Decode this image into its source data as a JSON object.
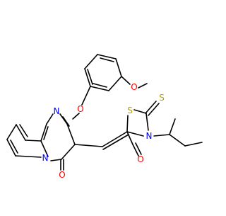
{
  "structure": {
    "title": "",
    "atoms": {
      "o_methoxy": "O",
      "o_ether": "O",
      "n_pyrimidine": "N",
      "n_bridgehead": "N",
      "o_carbonyl_left": "O",
      "s_ring": "S",
      "s_thione": "S",
      "n_thiazolidine": "N",
      "o_carbonyl_right": "O"
    },
    "colors": {
      "bond": "#000000",
      "oxygen": "#ff0000",
      "nitrogen": "#0000ff",
      "sulfur": "#b5a300"
    }
  }
}
